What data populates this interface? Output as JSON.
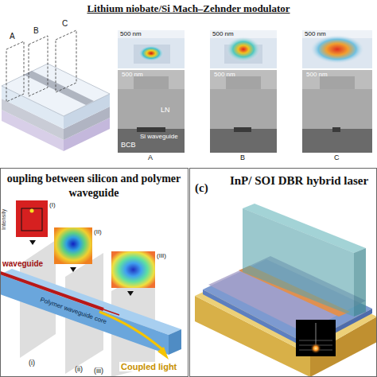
{
  "diagram": {
    "nodes": [
      {
        "text": [
          "Lithium niobate/Si Mach–Zehnder modulator"
        ]
      },
      {
        "text": [
          "oupling between silicon and polymer waveguide"
        ]
      },
      {
        "text": [
          "InP/ SOI DBR hybrid laser"
        ]
      }
    ],
    "labels": [
      "A",
      "B",
      "C",
      "500 nm",
      "500 nm",
      "500 nm",
      "500 nm",
      "500 nm",
      "500 nm",
      "LN",
      "BCB",
      "Si waveguide",
      "A",
      "B",
      "C",
      "(c)",
      "Intensity",
      "(I)",
      "(II)",
      "(III)",
      "waveguide",
      "Polymer waveguide core",
      "Coupled light",
      "(i)",
      "(ii)",
      "(iii)"
    ]
  }
}
